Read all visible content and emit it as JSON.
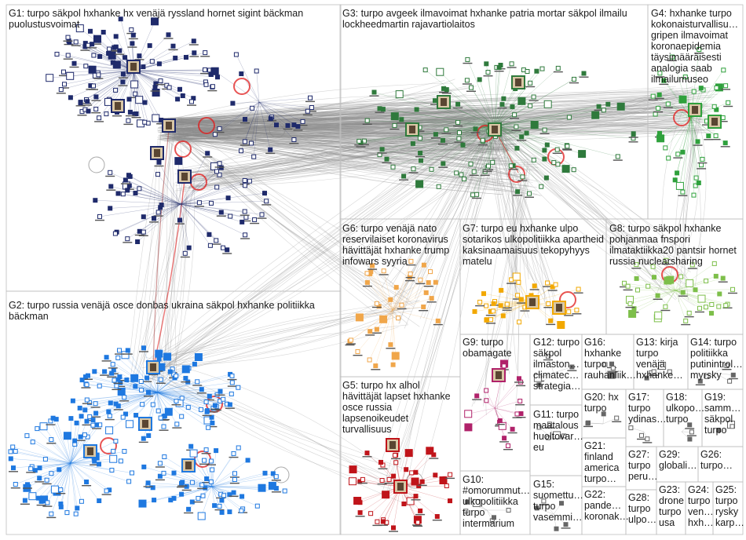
{
  "colors": {
    "g1": "#1f2a6b",
    "g2": "#1e78e0",
    "g3": "#2f7a3c",
    "g4": "#2fa13c",
    "g5": "#c0141a",
    "g6": "#f0a64a",
    "g7": "#f2a800",
    "g8": "#7dbf4a",
    "g9": "#b0226a",
    "edge": "#8c8c8c",
    "selfloop": "#e01b1b",
    "border": "#bfbfbf"
  },
  "groups": [
    {
      "id": "g1",
      "label": "G1: turpo säkpol hxhanke hx venäjä ryssland hornet sigint bäckman puolustusvoimat"
    },
    {
      "id": "g2",
      "label": "G2: turpo russia venäjä osce donbas ukraina säkpol hxhanke politiikka bäckman"
    },
    {
      "id": "g3",
      "label": "G3: turpo avgeek ilmavoimat hxhanke patria mortar säkpol ilmailu lockheedmartin rajavartiolaitos"
    },
    {
      "id": "g4",
      "label": "G4: hxhanke turpo kokonaisturvallisu… gripen ilmavoimat koronaepidemia täysimääräisesti analogia saab ilmailumuseo"
    },
    {
      "id": "g5",
      "label": "G5: turpo hx alhol hävittäjät lapset hxhanke osce russia lapsenoikeudet turvallisuus"
    },
    {
      "id": "g6",
      "label": "G6: turpo venäjä nato reservilaiset koronavirus hävittäjät hxhanke trump infowars syyria"
    },
    {
      "id": "g7",
      "label": "G7: turpo eu hxhanke ulpo sotarikos ulkopolitiikka apartheid kaksinaamaisuus tekopyhyys matelu"
    },
    {
      "id": "g8",
      "label": "G8: turpo säkpol hxhanke pohjanmaa fnspori ilmataktiikka20 pantsir hornet russia nuclearsharing"
    },
    {
      "id": "g9",
      "label": "G9: turpo obamagate"
    },
    {
      "id": "g10",
      "label": "G10: #omorummut… ulkopolitiikka turpo intermarium"
    },
    {
      "id": "g11",
      "label": "G11: turpo maatalous huoltovar… eu"
    },
    {
      "id": "g12",
      "label": "G12: turpo säkpol ilmaston… climatec… strategia…"
    },
    {
      "id": "g13",
      "label": "G13: kirja turpo venäjä hxhanke…"
    },
    {
      "id": "g14",
      "label": "G14: turpo politiikka putinintrol… myrsky"
    },
    {
      "id": "g15",
      "label": "G15: suomettu… turpo vasemmi…"
    },
    {
      "id": "g16",
      "label": "G16: hxhanke turpo rauhanliik…"
    },
    {
      "id": "g17",
      "label": "G17: turpo ydinas…"
    },
    {
      "id": "g18",
      "label": "G18: ulkopo… turpo"
    },
    {
      "id": "g19",
      "label": "G19: samm… säkpol turpo"
    },
    {
      "id": "g20",
      "label": "G20: hx turpo"
    },
    {
      "id": "g21",
      "label": "G21: finland america turpo…"
    },
    {
      "id": "g22",
      "label": "G22: pande… koronak…"
    },
    {
      "id": "g23",
      "label": "G23: drone turpo usa"
    },
    {
      "id": "g24",
      "label": "G24: turpo ven… hxh…"
    },
    {
      "id": "g25",
      "label": "G25: turpo rysky karp…"
    },
    {
      "id": "g26",
      "label": "G26: turpo…"
    },
    {
      "id": "g27",
      "label": "G27: turpo peru…"
    },
    {
      "id": "g28",
      "label": "G28: turpo ulpo…"
    },
    {
      "id": "g29",
      "label": "G29: globali…"
    }
  ]
}
